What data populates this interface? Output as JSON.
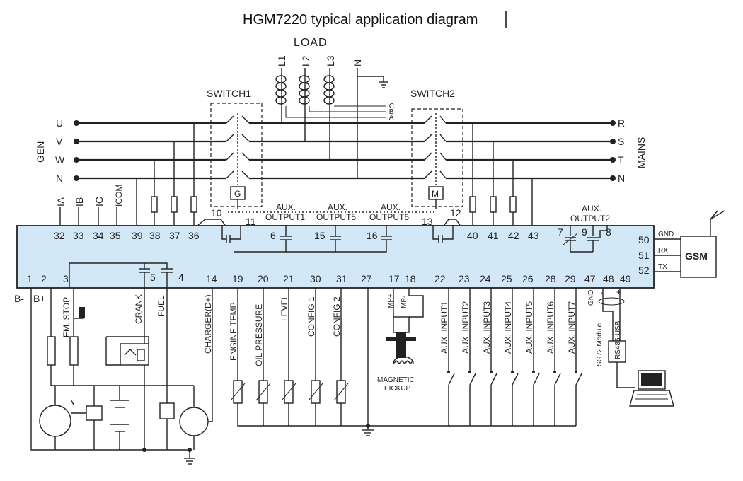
{
  "title": "HGM7220 typical application diagram",
  "load": {
    "label": "LOAD",
    "phases": [
      "L1",
      "L2",
      "L3",
      "N"
    ],
    "ct_labels": [
      "IC",
      "IB",
      "IA"
    ]
  },
  "switch1": {
    "label": "SWITCH1",
    "coil": "G"
  },
  "switch2": {
    "label": "SWITCH2",
    "coil": "M"
  },
  "gen": {
    "side_label": "GEN",
    "phases": [
      "U",
      "V",
      "W",
      "N"
    ]
  },
  "mains": {
    "side_label": "MAINS",
    "phases": [
      "R",
      "S",
      "T",
      "N"
    ]
  },
  "ct_input_labels": [
    "IA",
    "IB",
    "IC",
    "ICOM"
  ],
  "aux_outputs": {
    "out1": [
      "AUX.",
      "OUTPUT1"
    ],
    "out5": [
      "AUX.",
      "OUTPUT5"
    ],
    "out6": [
      "AUX.",
      "OUTPUT6"
    ],
    "out2": [
      "AUX.",
      "OUTPUT2"
    ]
  },
  "terminals_top": [
    "32",
    "33",
    "34",
    "35",
    "39",
    "38",
    "37",
    "36",
    "40",
    "41",
    "42",
    "43"
  ],
  "terminal_numbers": {
    "t10": "10",
    "t11": "11",
    "t6": "6",
    "t15": "15",
    "t16": "16",
    "t13": "13",
    "t12": "12",
    "t7": "7",
    "t9": "9",
    "t8": "8"
  },
  "terminals_bottom": [
    "1",
    "2",
    "3",
    "5",
    "4",
    "14",
    "19",
    "20",
    "21",
    "30",
    "31",
    "27",
    "17",
    "18",
    "22",
    "23",
    "24",
    "25",
    "26",
    "28",
    "29",
    "47",
    "48",
    "49"
  ],
  "gsm": {
    "label": "GSM",
    "pins": [
      "50",
      "51",
      "52"
    ],
    "signals": [
      "GND",
      "RX",
      "TX"
    ]
  },
  "supply_labels": [
    "B-",
    "B+"
  ],
  "input_labels": [
    "EM. STOP",
    "CRANK",
    "FUEL",
    "CHARGER(D+)",
    "ENGINE TEMP",
    "OIL PRESSURE",
    "LEVEL",
    "CONFIG 1",
    "CONFIG 2",
    "MP+",
    "MP-",
    "AUX. INPUT1",
    "AUX. INPUT2",
    "AUX. INPUT3",
    "AUX. INPUT4",
    "AUX. INPUT5",
    "AUX. INPUT6",
    "AUX. INPUT7"
  ],
  "pickup": [
    "MAGNETIC",
    "PICKUP"
  ],
  "comms": {
    "gnd": "GND",
    "minus": "-",
    "plus": "+",
    "module": "SG72 Module",
    "adapter": "RS485-USB"
  }
}
